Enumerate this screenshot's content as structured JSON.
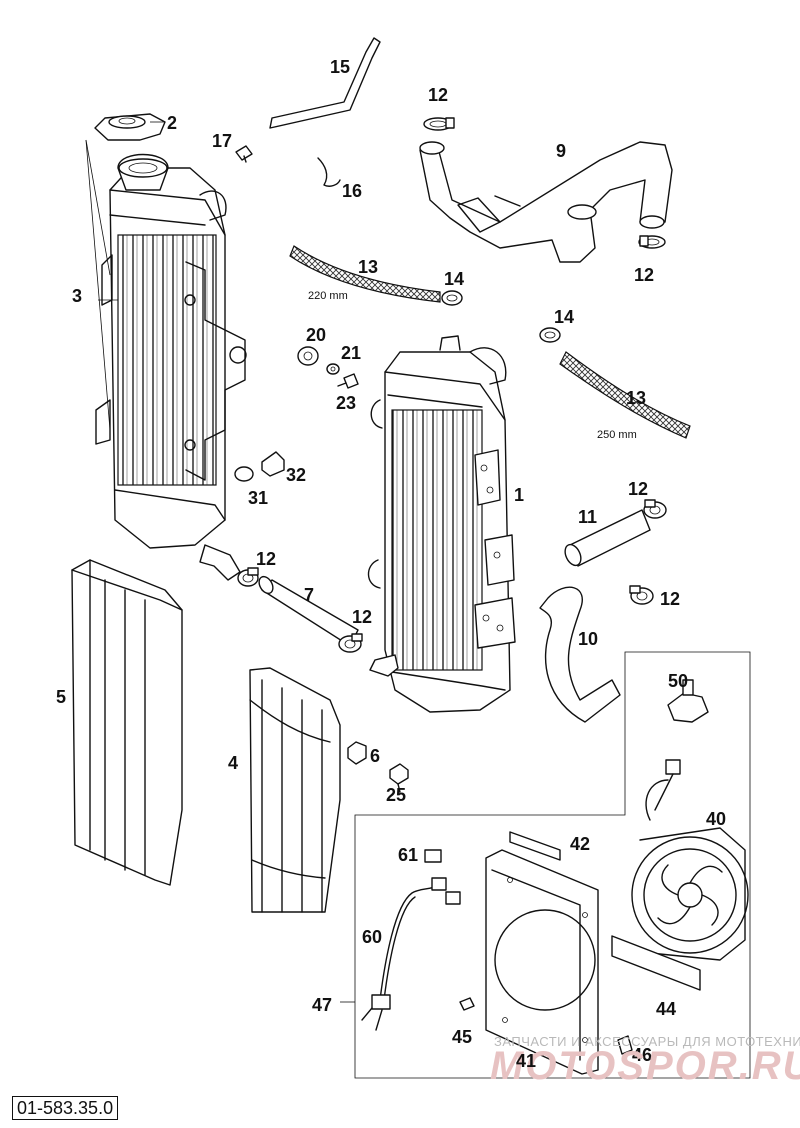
{
  "catalog_number": "01-583.35.0",
  "watermark": {
    "subtitle": "ЗАПЧАСТИ И АКСЕССУАРЫ ДЛЯ МОТОТЕХНИКИ",
    "brand": "MOTOSPOR.RU"
  },
  "dimensions": {
    "hose_left": "220 mm",
    "hose_right": "250 mm"
  },
  "callouts": {
    "c1": "1",
    "c2": "2",
    "c3": "3",
    "c4": "4",
    "c5": "5",
    "c6": "6",
    "c7": "7",
    "c9": "9",
    "c10": "10",
    "c11": "11",
    "c12a": "12",
    "c12b": "12",
    "c12c": "12",
    "c12d": "12",
    "c12e": "12",
    "c12f": "12",
    "c13a": "13",
    "c13b": "13",
    "c14a": "14",
    "c14b": "14",
    "c15": "15",
    "c16": "16",
    "c17": "17",
    "c20": "20",
    "c21": "21",
    "c23": "23",
    "c25": "25",
    "c31": "31",
    "c32": "32",
    "c40": "40",
    "c41": "41",
    "c42": "42",
    "c44": "44",
    "c45": "45",
    "c46": "46",
    "c47": "47",
    "c50": "50",
    "c60": "60",
    "c61": "61"
  }
}
